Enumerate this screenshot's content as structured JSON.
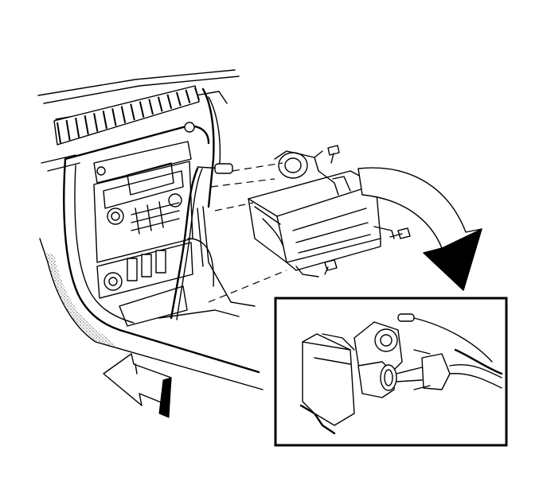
{
  "figure": {
    "colors": {
      "line": "#000000",
      "background": "#ffffff"
    },
    "elements": [
      "dashboard-bezel",
      "radio-unit",
      "air-vent",
      "airbag-module",
      "mounting-bolts",
      "wiring-harness",
      "rotation-arrow",
      "direction-arrow",
      "connector-detail-inset"
    ]
  }
}
